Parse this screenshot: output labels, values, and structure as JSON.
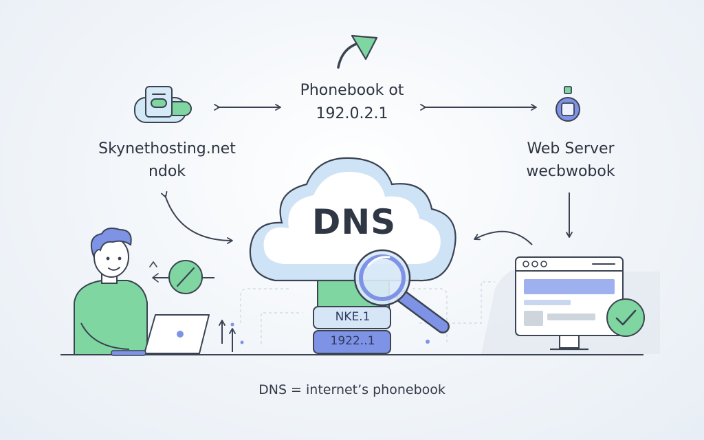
{
  "domain_label": {
    "line1": "Skynethosting.net",
    "line2": "ndok"
  },
  "phonebook_label": {
    "line1": "Phonebook  ot",
    "line2": "192.0.2.1"
  },
  "server_label": {
    "line1": "Web Server",
    "line2": "wecbwobok"
  },
  "dns_cloud": {
    "title": "DNS"
  },
  "records": [
    {
      "label": "NKE.1"
    },
    {
      "label": "1922..1"
    }
  ],
  "caption": "DNS = internet’s phonebook",
  "colors": {
    "accent_green": "#7fd6a0",
    "accent_blue": "#7f93e6",
    "outline": "#3b4352",
    "cloud_fill": "#ffffff",
    "cloud_shade": "#cfe3f7"
  },
  "icons": [
    "document-icon",
    "arrow-up-right-icon",
    "double-arrow-icon",
    "padlock-icon",
    "user-icon",
    "laptop-icon",
    "blocked-icon",
    "cloud-icon",
    "magnifier-icon",
    "database-icon",
    "browser-window-icon",
    "check-badge-icon"
  ]
}
